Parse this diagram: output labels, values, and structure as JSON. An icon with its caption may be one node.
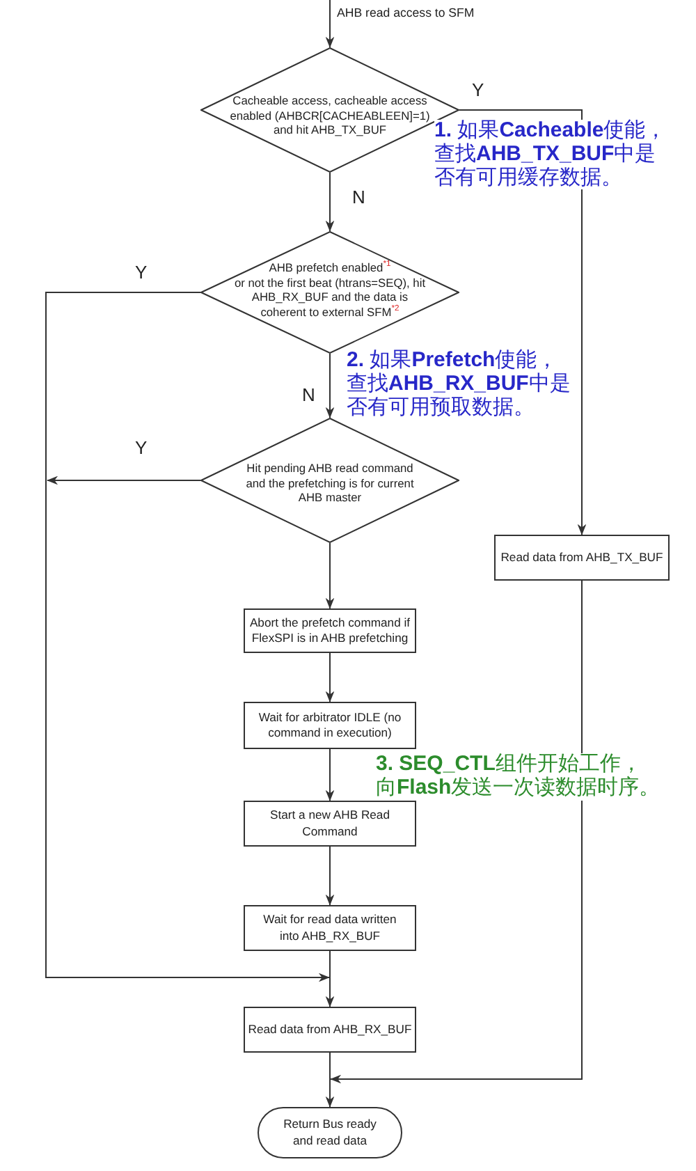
{
  "diagram": {
    "nodes": [
      {
        "text": [
          "Cacheable access, cacheable access enabled (AHBCR[CACHEABLEEN]=1) and hit AHB_TX_BUF"
        ]
      },
      {
        "text": [
          "AHB prefetch enabled$^{*1}$ or not the first beat (htrans=SEQ), hit AHB_RX_BUF and the data is coherent to external SFM$^{*2}$"
        ]
      },
      {
        "text": [
          "Hit pending AHB read command and the prefetching is for current AHB master"
        ]
      },
      {
        "text": [
          "Read data from AHB_TX_BUF"
        ]
      },
      {
        "text": [
          "Abort the prefetch command if FlexSPI is in AHB prefetching"
        ]
      },
      {
        "text": [
          "Wait for arbitrator IDLE (no command in execution)"
        ]
      },
      {
        "text": [
          "Start a new AHB Read Command"
        ]
      },
      {
        "text": [
          "Wait for read data written into AHB_RX_BUF"
        ]
      },
      {
        "text": [
          "Read data from AHB_RX_BUF"
        ]
      },
      {
        "text": [
          "Return Bus ready and read data"
        ]
      }
    ],
    "edges": [
      {
        "from": null,
        "to": 0,
        "arrow": "to",
        "label": "AHB read access to SFM"
      },
      {
        "from": 0,
        "to": 1,
        "arrow": "to",
        "label": "N"
      },
      {
        "from": 0,
        "to": 3,
        "arrow": "to",
        "label": "Y"
      },
      {
        "from": 1,
        "to": 8,
        "arrow": "to",
        "label": "Y"
      },
      {
        "from": 1,
        "to": 2,
        "arrow": "to",
        "label": "N"
      },
      {
        "from": 2,
        "to": 8,
        "arrow": "to",
        "label": "Y"
      },
      {
        "from": 2,
        "to": 4,
        "arrow": "to"
      },
      {
        "from": 4,
        "to": 5,
        "arrow": "to"
      },
      {
        "from": 5,
        "to": 6,
        "arrow": "to"
      },
      {
        "from": 6,
        "to": 7,
        "arrow": "to"
      },
      {
        "from": 7,
        "to": 8,
        "arrow": "to"
      },
      {
        "from": 8,
        "to": 9,
        "arrow": "to"
      },
      {
        "from": 3,
        "to": 9,
        "arrow": "to"
      }
    ],
    "labels": [
      "**1.** 如果**Cacheable**使能，查找**AHB_TX_BUF**中是否有可用缓存数据。",
      "**2.** 如果**Prefetch**使能，查找**AHB_RX_BUF**中是否有可用预取数据。",
      "**3. SEQ_CTL**组件开始工作，向**Flash**发送一次读数据时序。"
    ]
  }
}
